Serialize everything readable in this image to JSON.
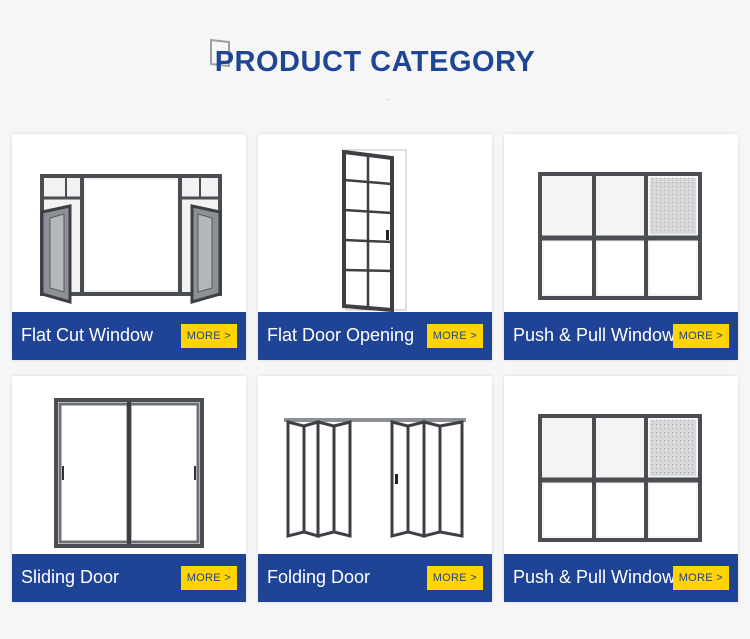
{
  "header": {
    "title": "PRODUCT CATEGORY"
  },
  "products": [
    {
      "name": "Flat Cut Window",
      "more_label": "MORE >",
      "image_icon": "casement-window-icon"
    },
    {
      "name": "Flat Door Opening",
      "more_label": "MORE >",
      "image_icon": "glass-door-icon"
    },
    {
      "name": "Push & Pull Window",
      "more_label": "MORE >",
      "image_icon": "sliding-window-icon"
    },
    {
      "name": "Sliding Door",
      "more_label": "MORE >",
      "image_icon": "sliding-door-icon"
    },
    {
      "name": "Folding Door",
      "more_label": "MORE >",
      "image_icon": "bifold-door-icon"
    },
    {
      "name": "Push & Pull Window",
      "more_label": "MORE >",
      "image_icon": "sliding-window-icon"
    }
  ],
  "colors": {
    "brand_blue": "#1f4395",
    "accent_yellow": "#ffd400",
    "frame_gray": "#4a4d52"
  }
}
